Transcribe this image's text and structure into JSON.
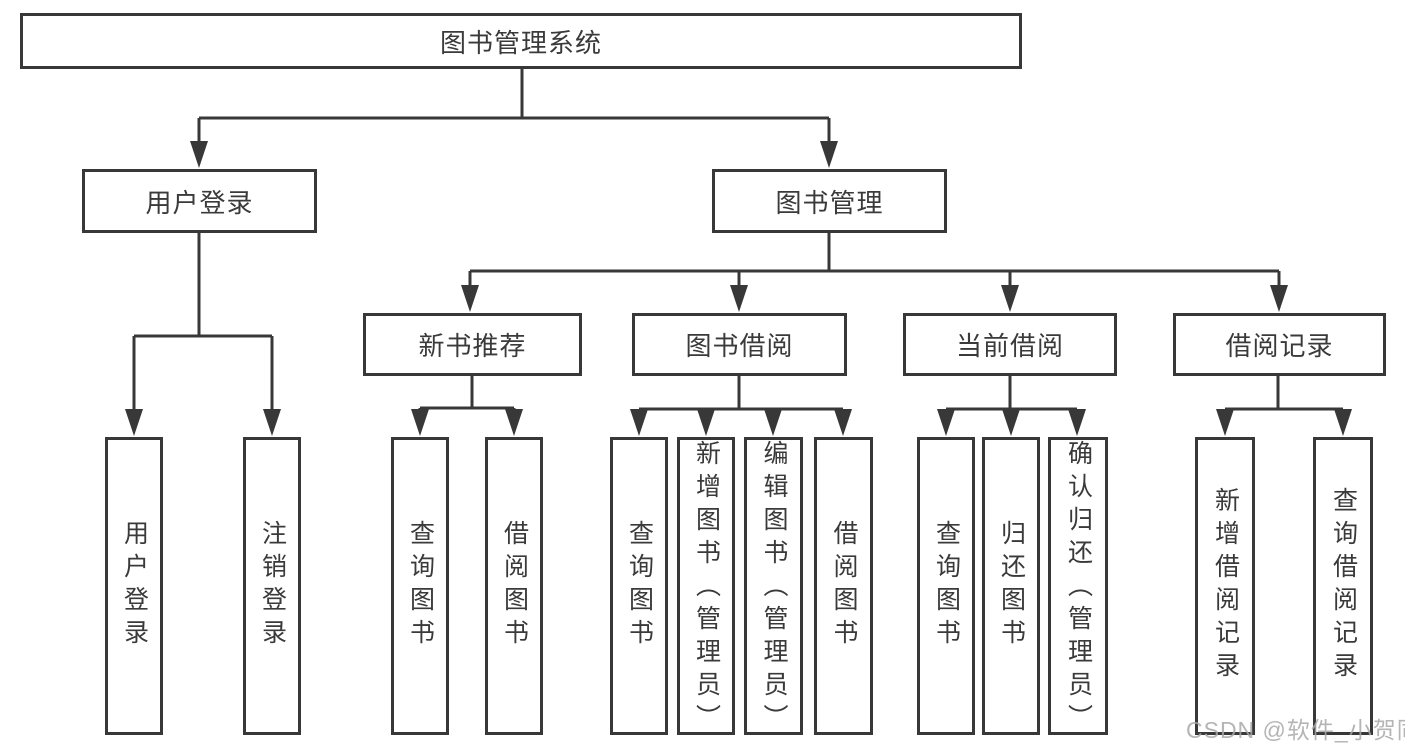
{
  "tree": {
    "root": "图书管理系统",
    "level2": [
      "用户登录",
      "图书管理"
    ],
    "level3": [
      "新书推荐",
      "图书借阅",
      "当前借阅",
      "借阅记录"
    ],
    "leaves": {
      "user": [
        "用户登录",
        "注销登录"
      ],
      "recommend": [
        "查询图书",
        "借阅图书"
      ],
      "borrow": [
        "查询图书",
        "新增图书（管理员）",
        "编辑图书（管理员）",
        "借阅图书"
      ],
      "current": [
        "查询图书",
        "归还图书",
        "确认归还（管理员）"
      ],
      "records": [
        "新增借阅记录",
        "查询借阅记录"
      ]
    }
  },
  "watermark": "CSDN @软件_小贺同学",
  "colors": {
    "line": "#383838",
    "text": "#3a3a3a",
    "background": "#ffffff",
    "watermark": "#a8a8a8"
  }
}
